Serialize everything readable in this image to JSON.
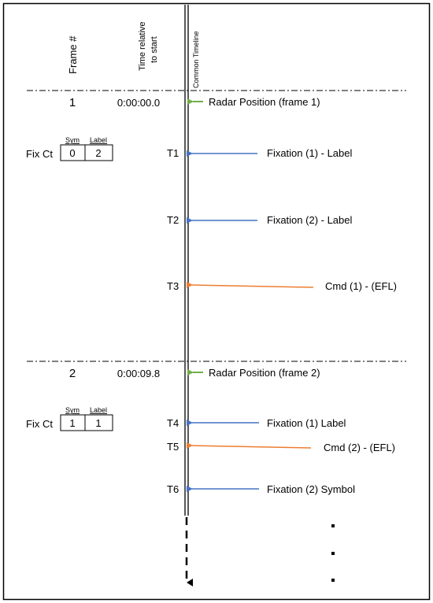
{
  "headers": {
    "frame": "Frame #",
    "time_line1": "Time relative",
    "time_line2": "to start",
    "timeline": "Common Timeline"
  },
  "frames": [
    {
      "number": "1",
      "time": "0:00:00.0",
      "radar": "Radar Position (frame 1)",
      "fix_ct": {
        "label": "Fix Ct",
        "sym_header": "Sym",
        "label_header": "Label",
        "sym_value": "0",
        "label_value": "2"
      }
    },
    {
      "number": "2",
      "time": "0:00:09.8",
      "radar": "Radar Position (frame 2)",
      "fix_ct": {
        "label": "Fix Ct",
        "sym_header": "Sym",
        "label_header": "Label",
        "sym_value": "1",
        "label_value": "1"
      }
    }
  ],
  "events": [
    {
      "t": "T1",
      "label": "Fixation (1) - Label",
      "kind": "fixation"
    },
    {
      "t": "T2",
      "label": "Fixation (2) - Label",
      "kind": "fixation"
    },
    {
      "t": "T3",
      "label": "Cmd (1) - (EFL)",
      "kind": "cmd"
    },
    {
      "t": "T4",
      "label": "Fixation (1) Label",
      "kind": "fixation"
    },
    {
      "t": "T5",
      "label": "Cmd (2) - (EFL)",
      "kind": "cmd"
    },
    {
      "t": "T6",
      "label": "Fixation (2) Symbol",
      "kind": "fixation"
    }
  ],
  "colors": {
    "radar_arrow": "#70ad47",
    "fixation_arrow": "#4472c4",
    "cmd_arrow": "#ed7d31"
  }
}
